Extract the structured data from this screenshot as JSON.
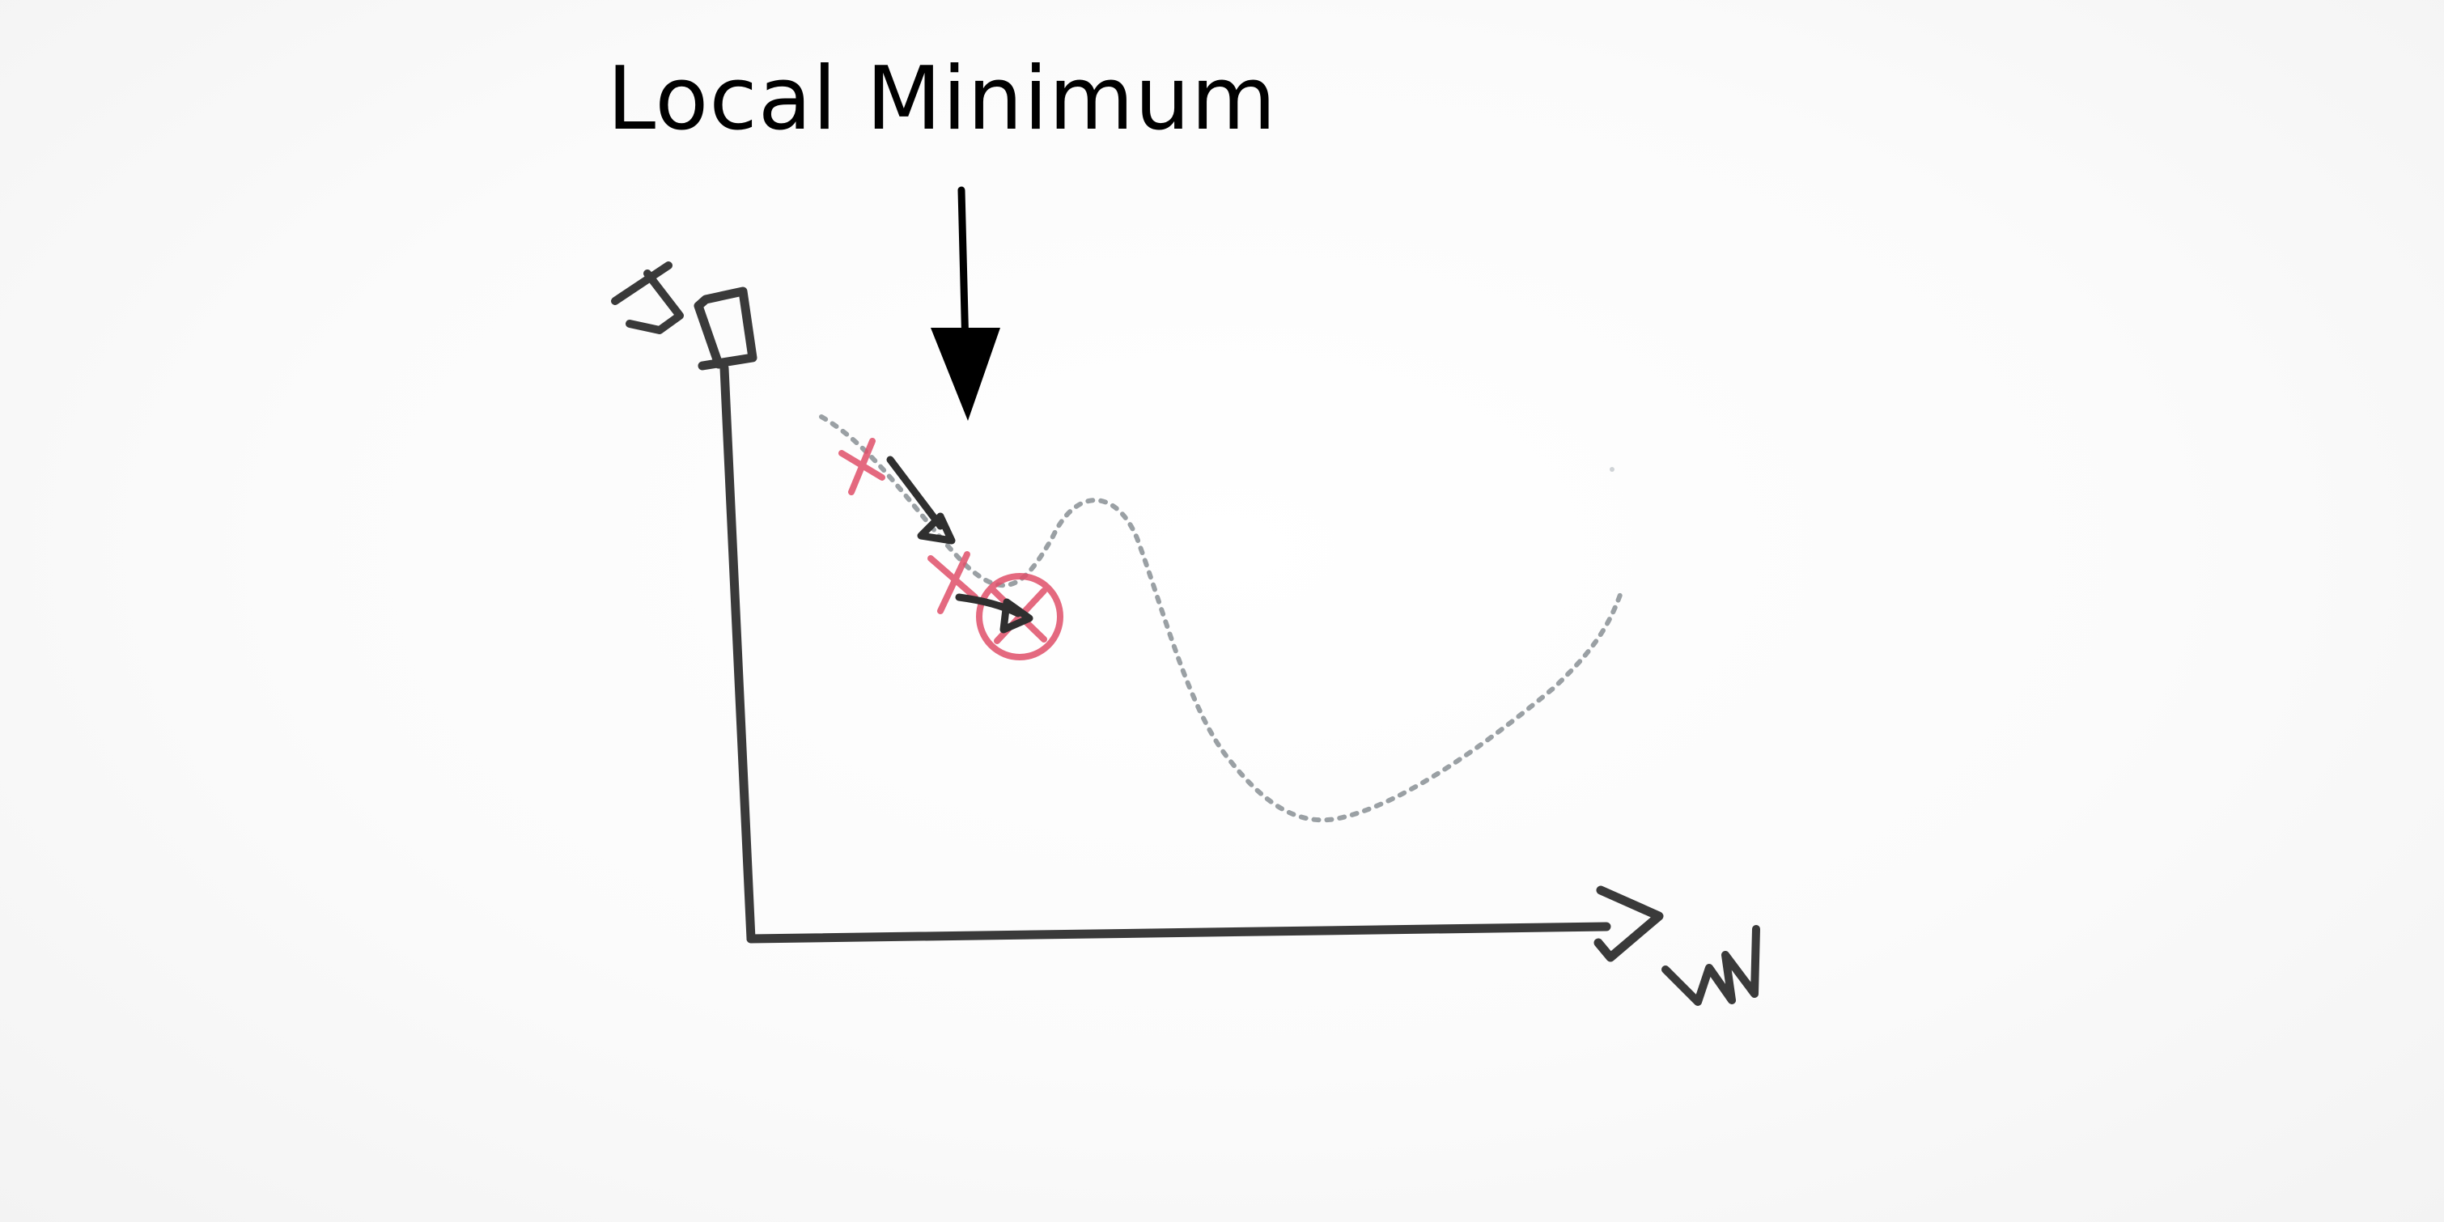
{
  "annotation": {
    "label": "Local Minimum"
  },
  "axes": {
    "y_label": "J",
    "x_label": "W"
  },
  "colors": {
    "ink": "#3a3a3a",
    "marker": "#e0506a",
    "curve": "#9aa0a4",
    "arrow": "#000000"
  }
}
